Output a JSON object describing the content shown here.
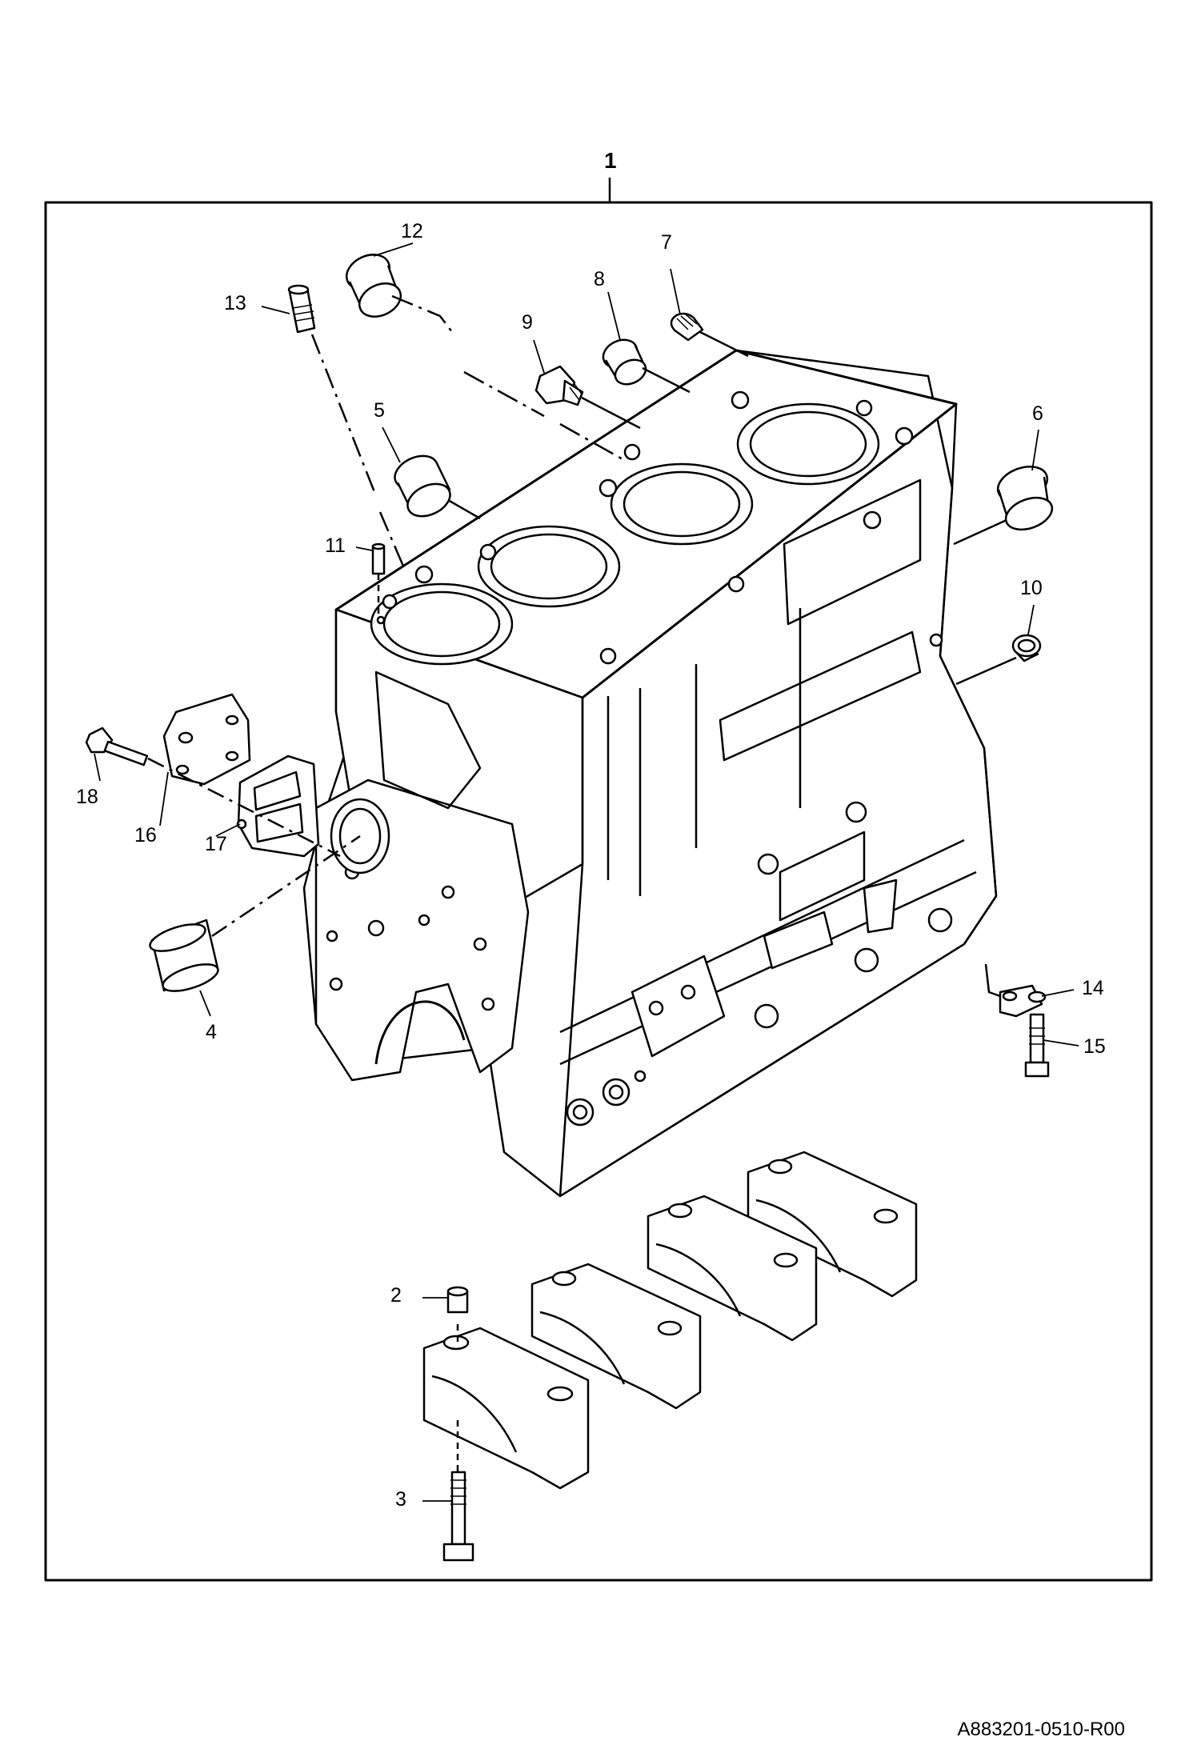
{
  "assembly_callout": "1",
  "callouts": [
    "2",
    "3",
    "4",
    "5",
    "6",
    "7",
    "8",
    "9",
    "10",
    "11",
    "12",
    "13",
    "14",
    "15",
    "16",
    "17",
    "18"
  ],
  "drawing_id": "A883201-0510-R00",
  "colors": {
    "line": "#000000",
    "background": "#ffffff",
    "part_fill": "#ffffff"
  }
}
